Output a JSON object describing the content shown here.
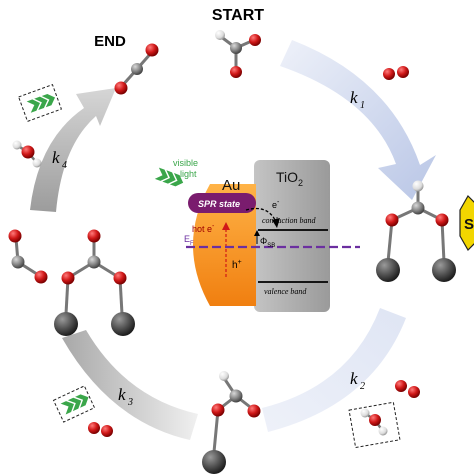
{
  "labels": {
    "start": "START",
    "end": "END",
    "k1": "k",
    "k1_sub": "1",
    "k2": "k",
    "k2_sub": "2",
    "k3": "k",
    "k3_sub": "3",
    "k4": "k",
    "k4_sub": "4",
    "side_badge": "S"
  },
  "inset": {
    "visible": "visible",
    "light": "light",
    "au": "Au",
    "tio2": "TiO",
    "tio2_sub": "2",
    "spr_state": "SPR state",
    "hot_e": "hot e",
    "hot_e_sup": "-",
    "e_minus": "e",
    "e_minus_sup": "-",
    "h_plus": "h",
    "h_plus_sup": "+",
    "ef": "E",
    "ef_sub": "F",
    "phi": "Φ",
    "phi_sub": "SB",
    "conduction_band": "conduction band",
    "valence_band": "valence band"
  },
  "colors": {
    "au_orange": "#f7941d",
    "spr_purple": "#7a1c6e",
    "tio2_gray": "#a6a6a6",
    "ef_purple": "#6b2fa0",
    "light_green": "#3aa64a",
    "arrow_blue": "#c9d3ea",
    "arrow_gray": "#b0b0b0",
    "oxygen_red": "#d01818",
    "carbon_gray": "#7a7a7a",
    "metal_gray": "#505050",
    "badge_yellow": "#f2d600"
  },
  "icons": [
    "light-chevrons-icon",
    "water-molecule-icon",
    "o2-molecule-icon",
    "co2-molecule-icon",
    "formic-acid-molecule-icon",
    "adsorbed-formate-icon"
  ]
}
